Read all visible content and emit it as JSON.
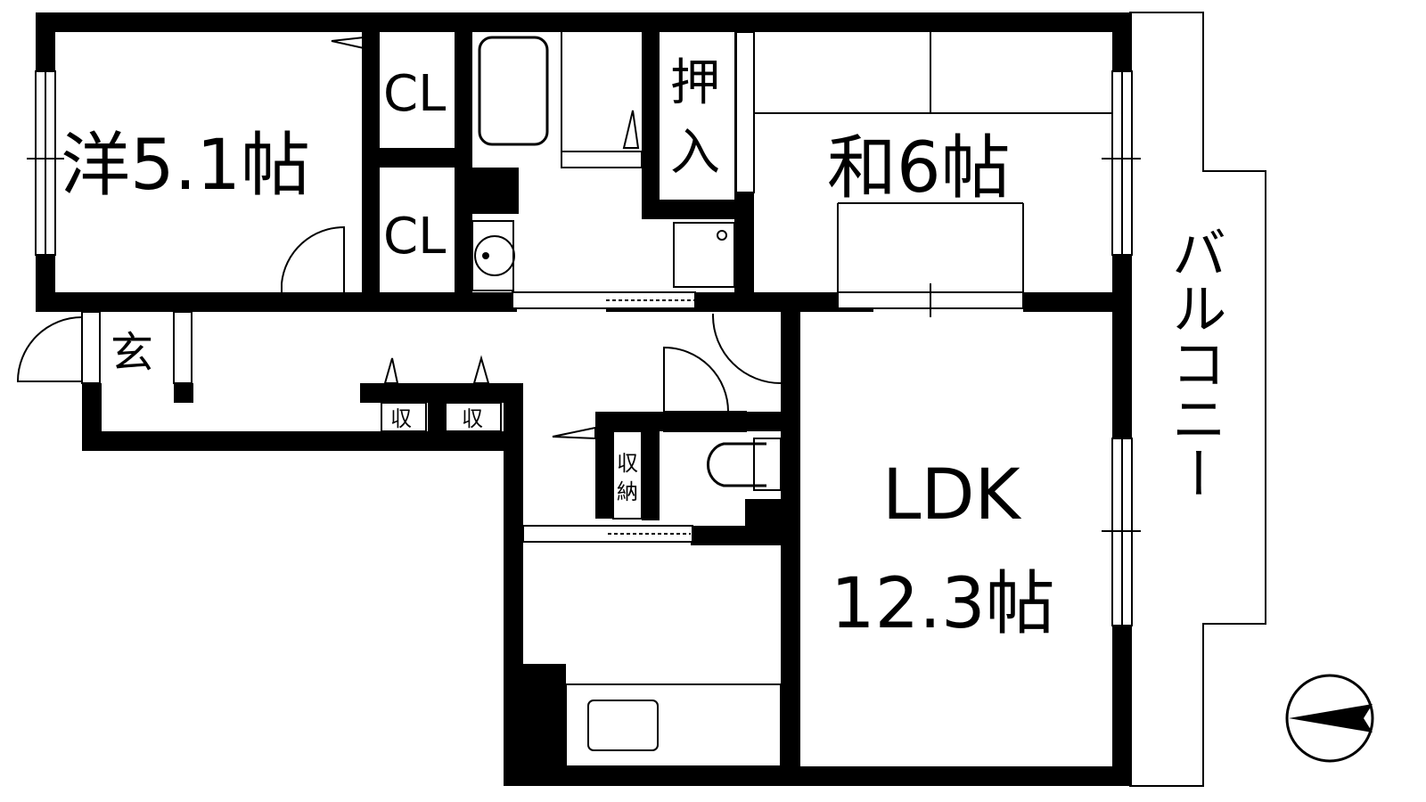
{
  "rooms": {
    "western": "洋5.1帖",
    "japanese": "和6帖",
    "ldk_line1": "LDK",
    "ldk_line2": "12.3帖",
    "balcony": "バルコニー",
    "entrance": "玄",
    "closet_upper": "CL",
    "closet_lower": "CL",
    "oshiire_top": "押",
    "oshiire_bottom": "入",
    "storage_left": "収",
    "storage_right": "収",
    "storage_small_top": "収",
    "storage_small_bottom": "納"
  }
}
